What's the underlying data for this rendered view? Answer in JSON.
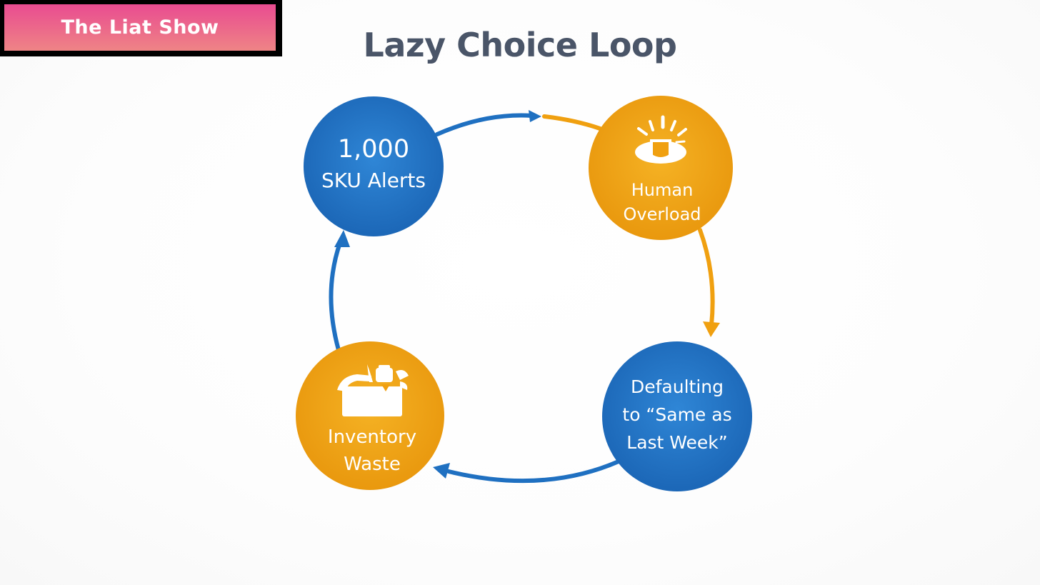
{
  "badge": {
    "text": "The Liat Show"
  },
  "title": "Lazy Choice Loop",
  "colors": {
    "blue": "#1f70c1",
    "orange": "#f0a010",
    "title": "#4a5568"
  },
  "nodes": [
    {
      "id": "sku-alerts",
      "lines": [
        "1,000",
        "SKU Alerts"
      ],
      "color": "blue",
      "icon": "none"
    },
    {
      "id": "human-overload",
      "lines": [
        "Human",
        "Overload"
      ],
      "color": "orange",
      "icon": "overload-alarm-icon"
    },
    {
      "id": "defaulting",
      "lines": [
        "Defaulting",
        "to “Same as",
        "Last Week”"
      ],
      "color": "blue",
      "icon": "none"
    },
    {
      "id": "inventory-waste",
      "lines": [
        "Inventory",
        "Waste"
      ],
      "color": "orange",
      "icon": "waste-box-icon"
    }
  ],
  "edges": [
    {
      "from": "sku-alerts",
      "to": "human-overload"
    },
    {
      "from": "human-overload",
      "to": "defaulting"
    },
    {
      "from": "defaulting",
      "to": "inventory-waste"
    },
    {
      "from": "inventory-waste",
      "to": "sku-alerts"
    }
  ]
}
